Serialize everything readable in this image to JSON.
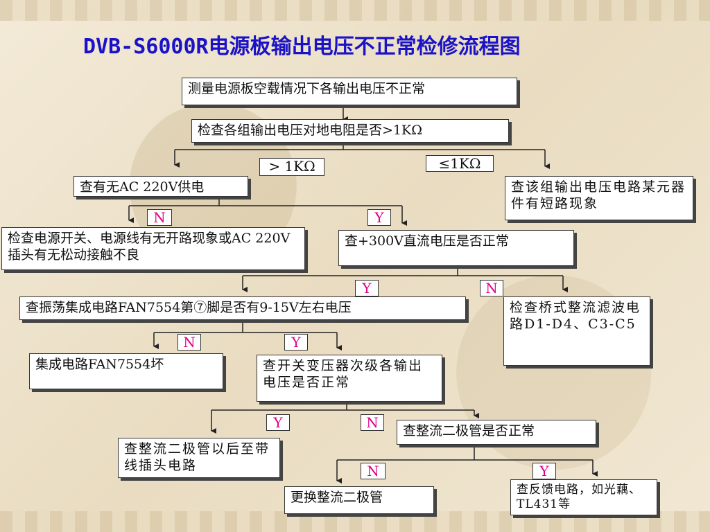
{
  "title": "DVB-S6000R电源板输出电压不正常检修流程图",
  "boxes": {
    "b1": "测量电源板空载情况下各输出电压不正常",
    "b2": "检查各组输出电压对地电阻是否>1KΩ",
    "b3": "查有无AC 220V供电",
    "b4": "查该组输出电压电路某元器件有短路现象",
    "b5": "检查电源开关、电源线有无开路现象或AC 220V插头有无松动接触不良",
    "b6": "查+300V直流电压是否正常",
    "b7": "查振荡集成电路FAN7554第⑦脚是否有9-15V左右电压",
    "b8": "检查桥式整流滤波电路D1-D4、C3-C5",
    "b9": "集成电路FAN7554坏",
    "b10": "查开关变压器次级各输出电压是否正常",
    "b11": "查整流二极管以后至带线插头电路",
    "b12": "查整流二极管是否正常",
    "b13": "更换整流二极管",
    "b14": "查反馈电路，如光藕、TL431等"
  },
  "tags": {
    "gt1k": "> 1KΩ",
    "le1k": "≤1KΩ",
    "n1": "N",
    "y1": "Y",
    "y2": "Y",
    "n2": "N",
    "n3": "N",
    "y3": "Y",
    "y4": "Y",
    "n4": "N",
    "n5": "N",
    "y5": "Y"
  }
}
